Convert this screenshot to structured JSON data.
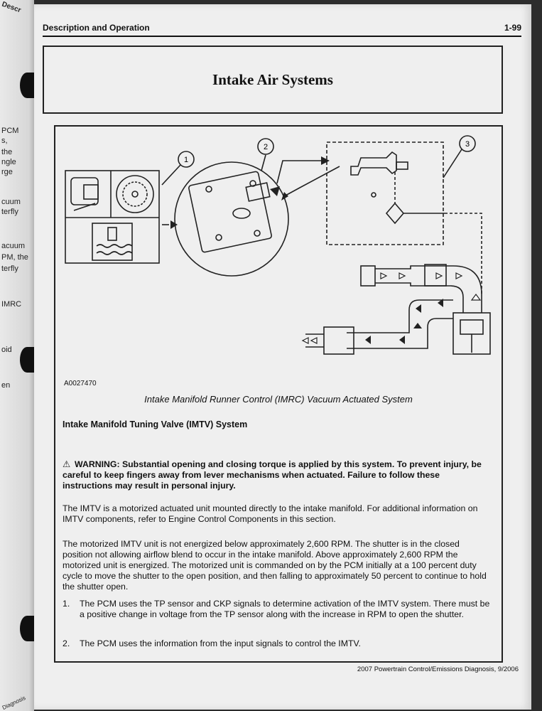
{
  "left_page": {
    "fragments": [
      "PCM",
      "s,",
      "the",
      "ngle",
      "rge",
      "cuum",
      "terfly",
      "acuum",
      "PM, the",
      "terfly",
      "IMRC",
      "oid",
      "en"
    ],
    "corner_top": "Descr",
    "corner_bottom": "Diagnosis"
  },
  "header": {
    "section": "Description and Operation",
    "page_number": "1-99"
  },
  "title": "Intake Air Systems",
  "figure": {
    "id": "A0027470",
    "caption": "Intake Manifold Runner Control (IMRC) Vacuum Actuated System",
    "callouts": [
      "1",
      "2",
      "3"
    ]
  },
  "section": {
    "heading": "Intake Manifold Tuning Valve (IMTV) System",
    "warning": "WARNING: Substantial opening and closing torque is applied by this system. To prevent injury, be careful to keep fingers away from lever mechanisms when actuated. Failure to follow these instructions may result in personal injury.",
    "paragraph1": "The IMTV is a motorized actuated unit mounted directly to the intake manifold. For additional information on IMTV components, refer to Engine Control Components in this section.",
    "paragraph2": "The motorized IMTV unit is not energized below approximately 2,600 RPM. The shutter is in the closed position not allowing airflow blend to occur in the intake manifold. Above approximately 2,600 RPM the motorized unit is energized. The motorized unit is commanded on by the PCM initially at a 100 percent duty cycle to move the shutter to the open position, and then falling to approximately 50 percent to continue to hold the shutter open.",
    "list": [
      {
        "num": "1.",
        "text": "The PCM uses the TP sensor and CKP signals to determine activation of the IMTV system. There must be a positive change in voltage from the TP sensor along with the increase in RPM to open the shutter."
      },
      {
        "num": "2.",
        "text": "The PCM uses the information from the input signals to control the IMTV."
      }
    ]
  },
  "footer": "2007 Powertrain Control/Emissions Diagnosis, 9/2006"
}
